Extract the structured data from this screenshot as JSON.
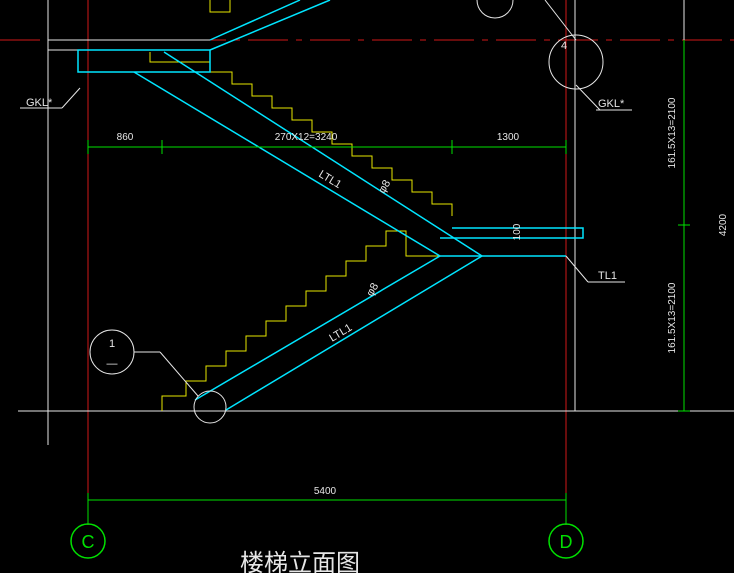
{
  "title": "楼梯立面图",
  "axes": {
    "left": "C",
    "right": "D"
  },
  "dimensions": {
    "left_span": "860",
    "middle_span": "270X12=3240",
    "right_span": "1300",
    "total": "5400",
    "height_total": "4200",
    "upper_flight": "161.5X13=2100",
    "lower_flight": "161.5X13=2100",
    "slab": "100"
  },
  "labels": {
    "gkl_left": "GKL*",
    "gkl_right": "GKL*",
    "tl": "TL1",
    "ltl_upper": "LTL1",
    "ltl_lower": "LTL1",
    "upper_mark": "4",
    "section_num": "1",
    "section_mark": "—",
    "slope_upper": "φ8",
    "slope_lower": "φ8"
  },
  "colors": {
    "background": "#000000",
    "structure": "#00e5ff",
    "steps": "#e6e600",
    "grid_red": "#d01818",
    "green": "#00e000",
    "white": "#e6e6e6"
  }
}
